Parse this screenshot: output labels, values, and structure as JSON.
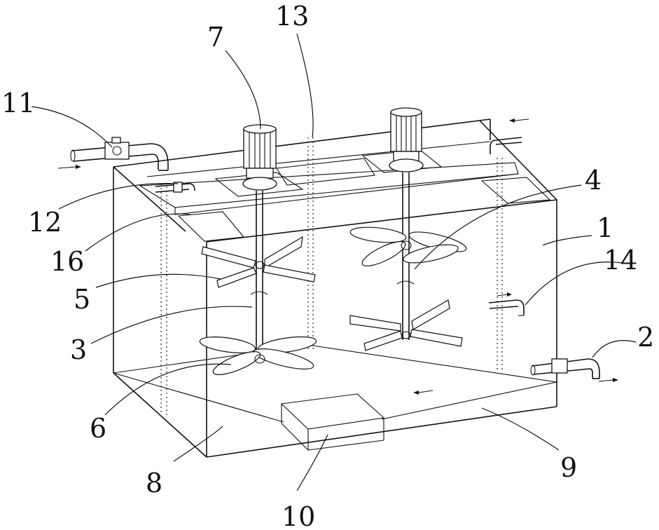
{
  "labels": {
    "l1": "1",
    "l2": "2",
    "l3": "3",
    "l4": "4",
    "l5": "5",
    "l6": "6",
    "l7": "7",
    "l8": "8",
    "l9": "9",
    "l10": "10",
    "l11": "11",
    "l12": "12",
    "l13": "13",
    "l14": "14",
    "l16": "16"
  }
}
